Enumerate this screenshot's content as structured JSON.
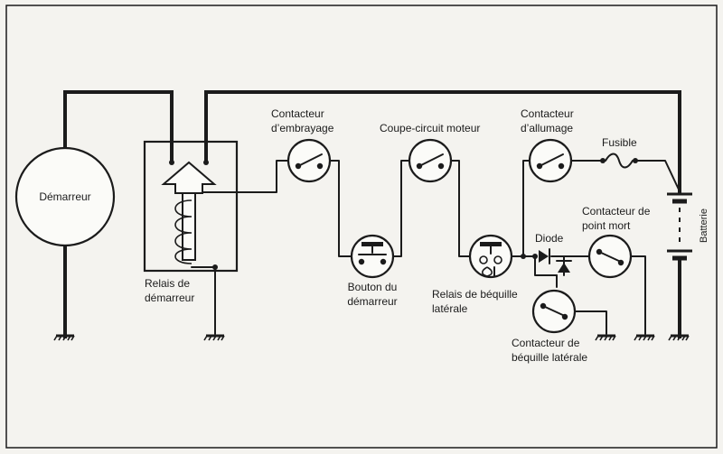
{
  "components": {
    "starter": "Démarreur",
    "starter_relay": [
      "Relais de",
      "démarreur"
    ],
    "clutch_switch": [
      "Contacteur",
      "d’embrayage"
    ],
    "engine_kill_switch": "Coupe-circuit moteur",
    "ignition_switch": [
      "Contacteur",
      "d’allumage"
    ],
    "fuse": "Fusible",
    "start_button": [
      "Bouton du",
      "démarreur"
    ],
    "sidestand_relay": [
      "Relais de béquille",
      "latérale"
    ],
    "diode": "Diode",
    "neutral_switch": [
      "Contacteur de",
      "point mort"
    ],
    "battery": "Batterie",
    "sidestand_switch": [
      "Contacteur de",
      "béquille latérale"
    ]
  }
}
